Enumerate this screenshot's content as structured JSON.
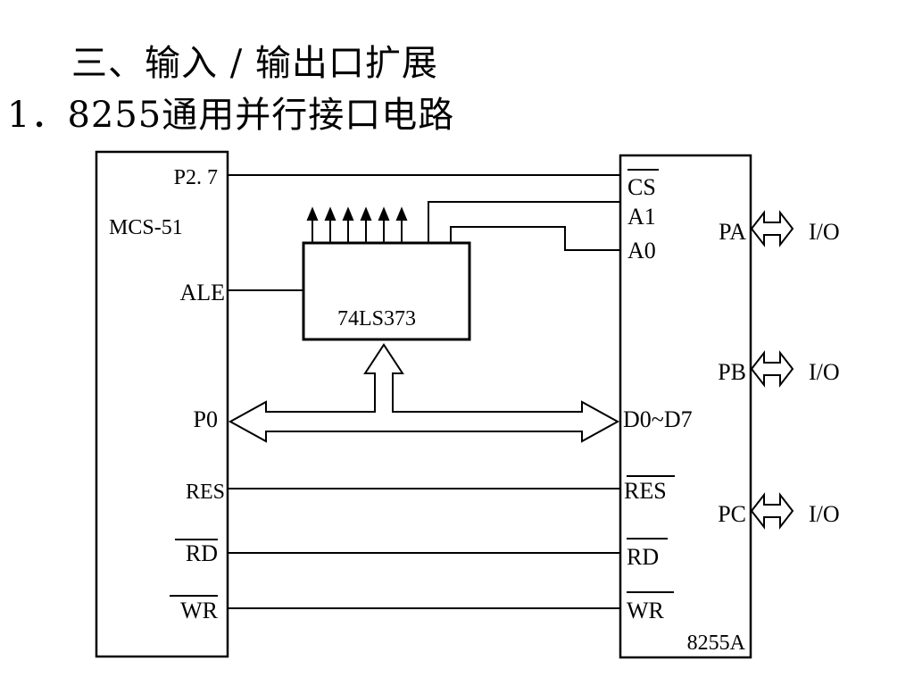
{
  "headings": {
    "section": "三、输入 / 输出口扩展",
    "subsection": "1．8255通用并行接口电路"
  },
  "diagram": {
    "mcu": {
      "name": "MCS-51",
      "pins": {
        "p27": "P2. 7",
        "ale": "ALE",
        "p0": "P0",
        "res": "RES",
        "rd": "RD",
        "wr": "WR"
      }
    },
    "latch": {
      "name": "74LS373"
    },
    "ppi": {
      "name": "8255A",
      "pins": {
        "cs": "CS",
        "a1": "A1",
        "a0": "A0",
        "data": "D0~D7",
        "res": "RES",
        "rd": "RD",
        "wr": "WR"
      },
      "ports": [
        {
          "name": "PA",
          "io": "I/O"
        },
        {
          "name": "PB",
          "io": "I/O"
        },
        {
          "name": "PC",
          "io": "I/O"
        }
      ]
    }
  }
}
